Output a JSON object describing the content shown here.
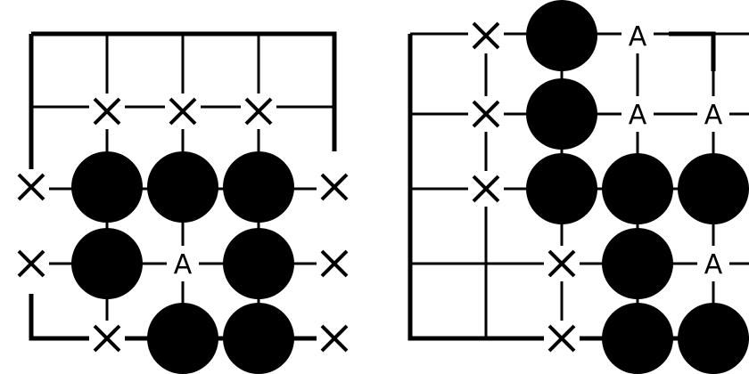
{
  "colors": {
    "stone": "#000000",
    "line": "#000000",
    "background": "#ffffff"
  },
  "diagrams": [
    {
      "name": "left-position",
      "stones": [
        [
          1,
          2
        ],
        [
          2,
          2
        ],
        [
          3,
          2
        ],
        [
          1,
          3
        ],
        [
          3,
          3
        ],
        [
          2,
          4
        ],
        [
          3,
          4
        ]
      ],
      "x_marks": [
        [
          1,
          1
        ],
        [
          2,
          1
        ],
        [
          3,
          1
        ],
        [
          0,
          2
        ],
        [
          4,
          2
        ],
        [
          0,
          3
        ],
        [
          4,
          3
        ],
        [
          1,
          4
        ],
        [
          4,
          4
        ]
      ],
      "a_marks": [
        [
          2,
          3
        ]
      ],
      "a_label": "A"
    },
    {
      "name": "right-position",
      "stones": [
        [
          2,
          0
        ],
        [
          2,
          1
        ],
        [
          2,
          2
        ],
        [
          3,
          2
        ],
        [
          4,
          2
        ],
        [
          3,
          3
        ],
        [
          3,
          4
        ],
        [
          4,
          4
        ]
      ],
      "x_marks": [
        [
          1,
          0
        ],
        [
          1,
          1
        ],
        [
          1,
          2
        ],
        [
          2,
          3
        ],
        [
          2,
          4
        ]
      ],
      "a_marks": [
        [
          3,
          0
        ],
        [
          3,
          1
        ],
        [
          4,
          1
        ],
        [
          4,
          3
        ]
      ],
      "a_label": "A"
    }
  ]
}
